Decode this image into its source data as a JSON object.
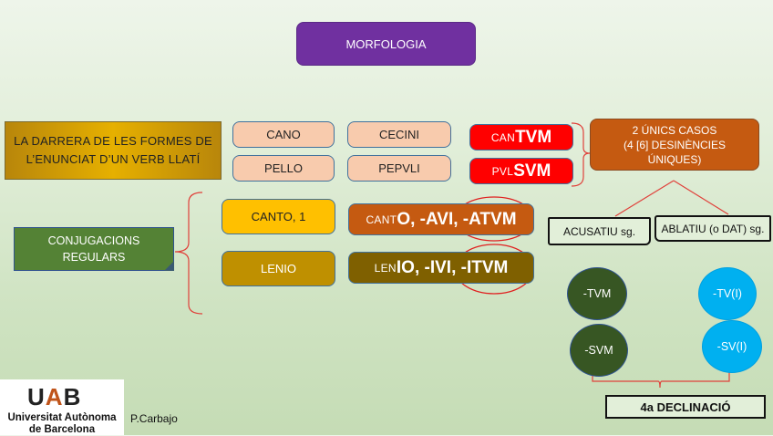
{
  "title": "MORFOLOGIA",
  "intro": {
    "line1": "LA DARRERA DE LES FORMES DE",
    "line2": "L’ENUNCIAT D’UN VERB LLATÍ"
  },
  "examples": {
    "cano": "CANO",
    "pello": "PELLO",
    "cecini": "CECINI",
    "pepvli": "PEPVLI"
  },
  "supines": {
    "cantvm": {
      "stem": "CAN",
      "ending": "TVM"
    },
    "pvlsvm": {
      "stem": "PVL",
      "ending": "SVM"
    }
  },
  "cases_box": {
    "line1": "2 ÚNICS CASOS",
    "line2": "(4 [6] DESINÈNCIES",
    "line3": "ÚNIQUES)"
  },
  "conjugations": {
    "label_line1": "CONJUGACIONS",
    "label_line2": "REGULARS",
    "canto_label": "CANTO, 1",
    "lenio_label": "LENIO",
    "canto_forms": {
      "stem": "CANT",
      "forms": "O, -AVI, -ATVM"
    },
    "lenio_forms": {
      "stem": "LEN",
      "forms": "IO, -IVI, -ITVM"
    }
  },
  "cases": {
    "accusative": "ACUSATIU sg.",
    "ablative": "ABLATIU (o DAT) sg."
  },
  "endings": {
    "tvm": "-TVM",
    "svm": "-SVM",
    "tvi": "-TV(I)",
    "svi": "-SV(I)"
  },
  "declension": "4a DECLINACIÓ",
  "logo": {
    "mark_u": "U",
    "mark_a": "A",
    "mark_b": "B",
    "name_line1": "Universitat Autònoma",
    "name_line2": "de Barcelona"
  },
  "author": "P.Carbajo",
  "colors": {
    "title_bg": "#7030a0",
    "intro_bg": "#e6b000",
    "peach": "#f8cbad",
    "red": "#ff0000",
    "cases_bg": "#c55a11",
    "conj_bg": "#548235",
    "canto_bg": "#ffc000",
    "lenio_bg": "#bf9000",
    "lenio_forms_bg": "#7f6000",
    "dark_circle": "#375623",
    "cyan_circle": "#00b0f0",
    "connector": "#e0403a"
  }
}
